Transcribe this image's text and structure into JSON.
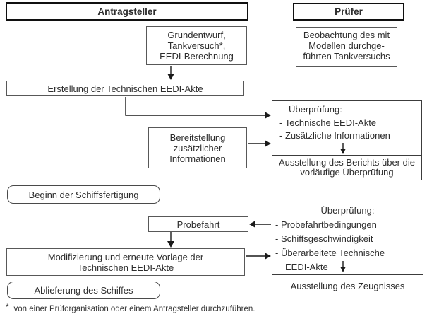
{
  "columns": {
    "applicant": {
      "header": "Antragsteller"
    },
    "verifier": {
      "header": "Prüfer"
    }
  },
  "nodes": {
    "grundentwurf": {
      "lines": [
        "Grundentwurf,",
        "Tankversuch*,",
        "EEDI-Berechnung"
      ]
    },
    "beobachtung": {
      "lines": [
        "Beobachtung des mit",
        "Modellen durchge-",
        "führten Tankversuchs"
      ]
    },
    "erstellung": {
      "label": "Erstellung der Technischen EEDI-Akte"
    },
    "bereitstellung": {
      "lines": [
        "Bereitstellung",
        "zusätzlicher",
        "Informationen"
      ]
    },
    "ueberpruefung1": {
      "title": "Überprüfung:",
      "items": [
        "- Technische EEDI-Akte",
        "- Zusätzliche Informationen"
      ],
      "result": [
        "Ausstellung des Berichts über die",
        "vorläufige Überprüfung"
      ]
    },
    "beginn": {
      "label": "Beginn der Schiffsfertigung"
    },
    "probefahrt": {
      "label": "Probefahrt"
    },
    "ueberpruefung2": {
      "title": "Überprüfung:",
      "items": [
        "- Probefahrtbedingungen",
        "- Schiffsgeschwindigkeit",
        "- Überarbeitete Technische",
        "EEDI-Akte"
      ],
      "result": [
        "Ausstellung des Zeugnisses"
      ]
    },
    "modifizierung": {
      "lines": [
        "Modifizierung und erneute Vorlage der",
        "Technischen EEDI-Akte"
      ]
    },
    "ablieferung": {
      "label": "Ablieferung des Schiffes"
    }
  },
  "footnote": {
    "marker": "*",
    "text": "von einer Prüforganisation oder einem Antragsteller durchzuführen."
  },
  "colors": {
    "line": "#1a1a1a",
    "border_gray": "#585858",
    "border_dark": "#101010"
  }
}
